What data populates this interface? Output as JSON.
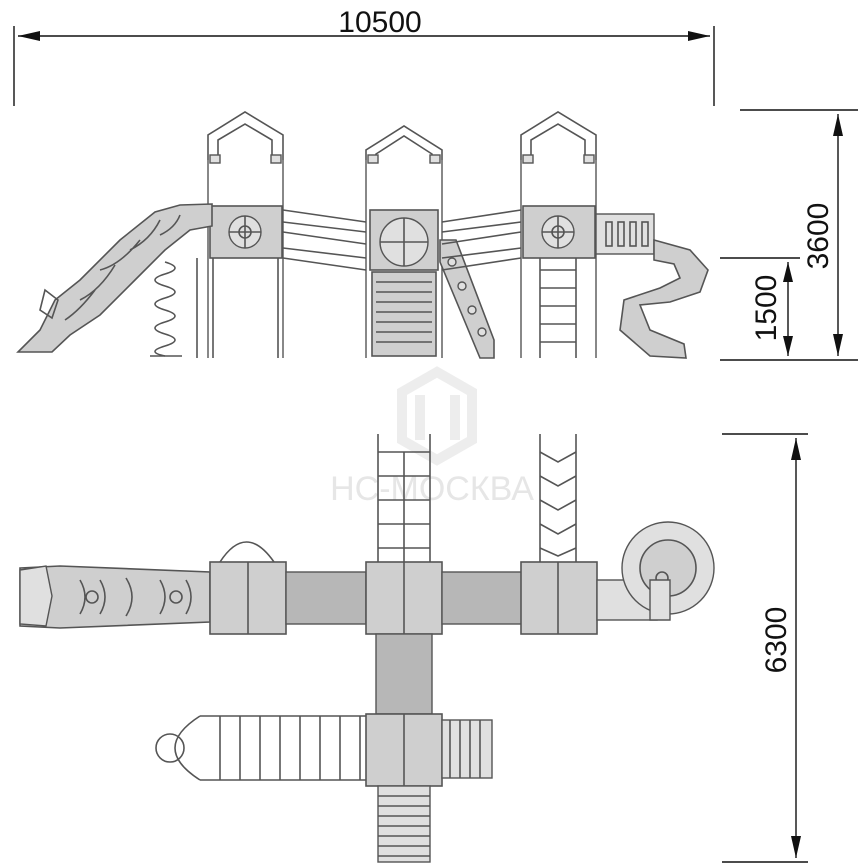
{
  "dimensions": {
    "width": "10500",
    "height_total": "3600",
    "height_platform": "1500",
    "depth": "6300"
  },
  "watermark": {
    "text": "HC-МОСКВА"
  },
  "colors": {
    "line": "#555555",
    "fill": "#cfcfcf",
    "dimension": "#111111",
    "watermark": "#e6e6e6"
  }
}
